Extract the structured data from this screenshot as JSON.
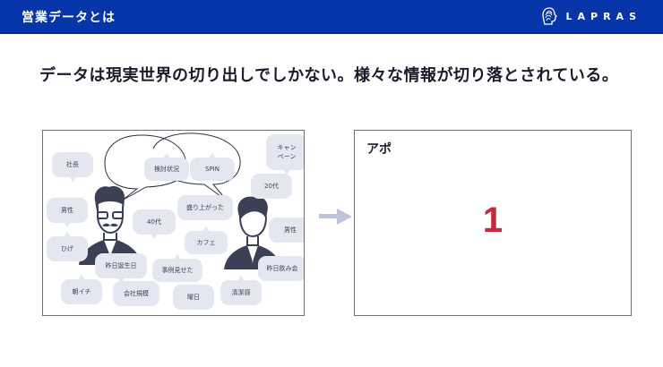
{
  "header": {
    "title": "営業データとは",
    "logo_text": "LAPRAS",
    "background_color": "#0535a8"
  },
  "subtitle": "データは現実世界の切り出しでしかない。様々な情報が切り落とされている。",
  "illustration": {
    "tags": [
      {
        "label": "社長"
      },
      {
        "label": "検討状況"
      },
      {
        "label": "SPIN"
      },
      {
        "label": "キャン\nペーン"
      },
      {
        "label": "20代"
      },
      {
        "label": "男性"
      },
      {
        "label": "40代"
      },
      {
        "label": "盛り上がった"
      },
      {
        "label": "男性"
      },
      {
        "label": "ひげ"
      },
      {
        "label": "カフェ"
      },
      {
        "label": "昨日誕生日"
      },
      {
        "label": "事例見せた"
      },
      {
        "label": "昨日飲み会"
      },
      {
        "label": "朝イチ"
      },
      {
        "label": "会社規模"
      },
      {
        "label": "曜日"
      },
      {
        "label": "清潔感"
      }
    ]
  },
  "arrow_icon": "right-arrow-icon",
  "result": {
    "label": "アポ",
    "value": "1",
    "value_color": "#c7283b"
  }
}
